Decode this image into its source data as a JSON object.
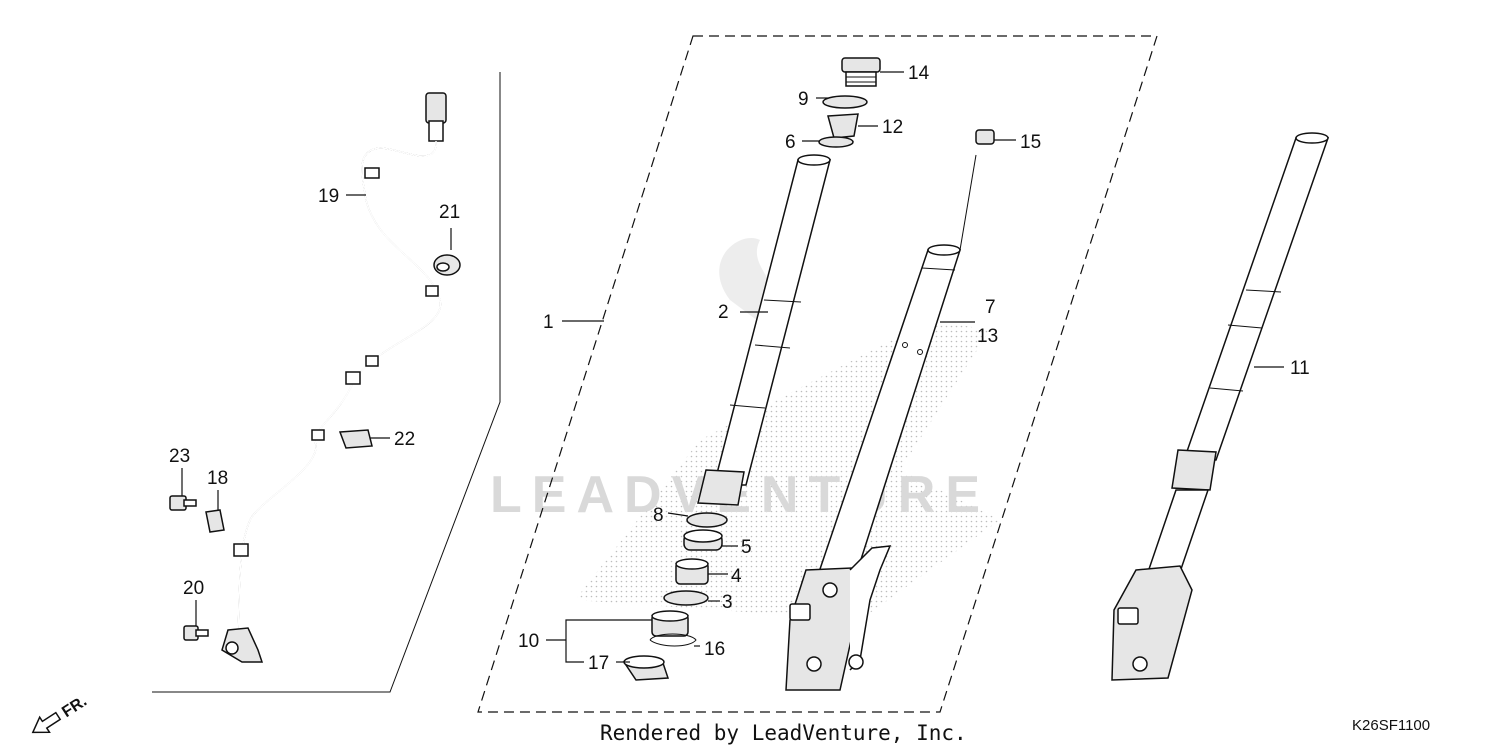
{
  "diagram": {
    "part_numbers": [
      "1",
      "2",
      "3",
      "4",
      "5",
      "6",
      "7",
      "8",
      "9",
      "10",
      "11",
      "12",
      "13",
      "14",
      "15",
      "16",
      "17",
      "18",
      "19",
      "20",
      "21",
      "22",
      "23"
    ],
    "watermark": "LEADVENTURE",
    "footer": "Rendered by LeadVenture, Inc.",
    "diagram_code": "K26SF1100",
    "direction_label": "FR."
  }
}
